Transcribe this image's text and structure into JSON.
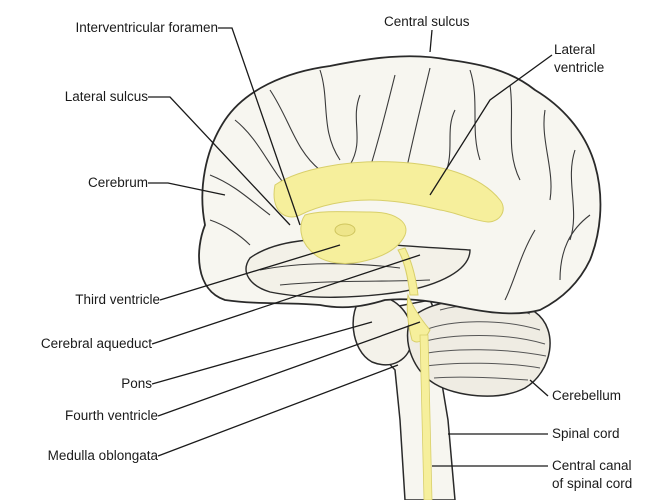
{
  "labels": {
    "interventricular_foramen": "Interventricular foramen",
    "lateral_sulcus": "Lateral sulcus",
    "cerebrum": "Cerebrum",
    "third_ventricle": "Third ventricle",
    "cerebral_aqueduct": "Cerebral aqueduct",
    "pons": "Pons",
    "fourth_ventricle": "Fourth ventricle",
    "medulla_oblongata": "Medulla oblongata",
    "central_sulcus": "Central sulcus",
    "lateral_ventricle_1": "Lateral",
    "lateral_ventricle_2": "ventricle",
    "cerebellum": "Cerebellum",
    "spinal_cord": "Spinal cord",
    "central_canal_1": "Central canal",
    "central_canal_2": "of spinal cord"
  },
  "colors": {
    "brain_fill": "#f7f6f0",
    "ventricle_fill": "#f6ef9c",
    "outline": "#2a2a2a",
    "leader": "#1a1a1a"
  }
}
